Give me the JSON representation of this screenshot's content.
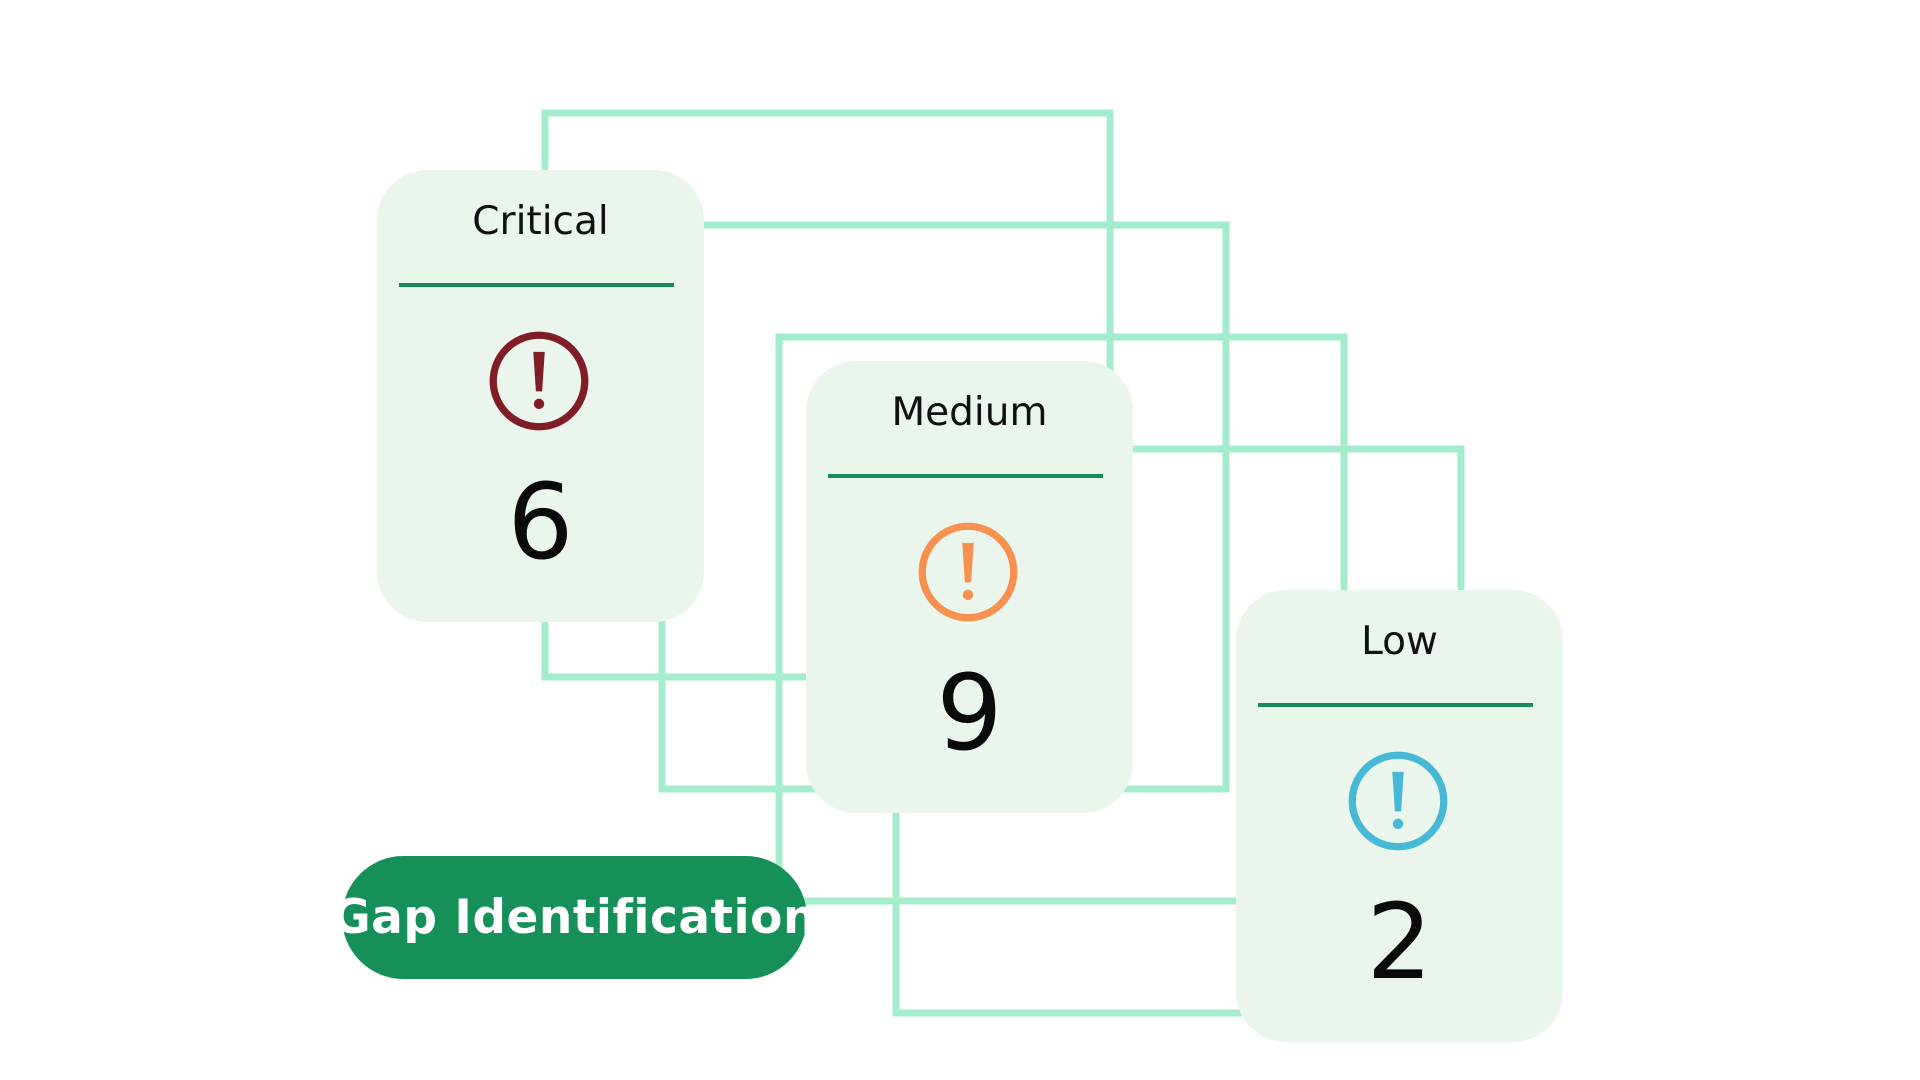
{
  "colors": {
    "connector": "#a3edcd",
    "card_bg": "#eaf5eb",
    "divider": "#178c5a",
    "pill_bg": "#159058",
    "critical": "#7f1e26",
    "medium": "#f6914f",
    "low": "#47b8d6"
  },
  "cards": [
    {
      "id": "critical",
      "label": "Critical",
      "value": "6",
      "icon": "exclamation-circle-icon",
      "color": "#7f1e26"
    },
    {
      "id": "medium",
      "label": "Medium",
      "value": "9",
      "icon": "exclamation-circle-icon",
      "color": "#f6914f"
    },
    {
      "id": "low",
      "label": "Low",
      "value": "2",
      "icon": "exclamation-circle-icon",
      "color": "#47b8d6"
    }
  ],
  "pill": {
    "label": "Gap Identification"
  }
}
